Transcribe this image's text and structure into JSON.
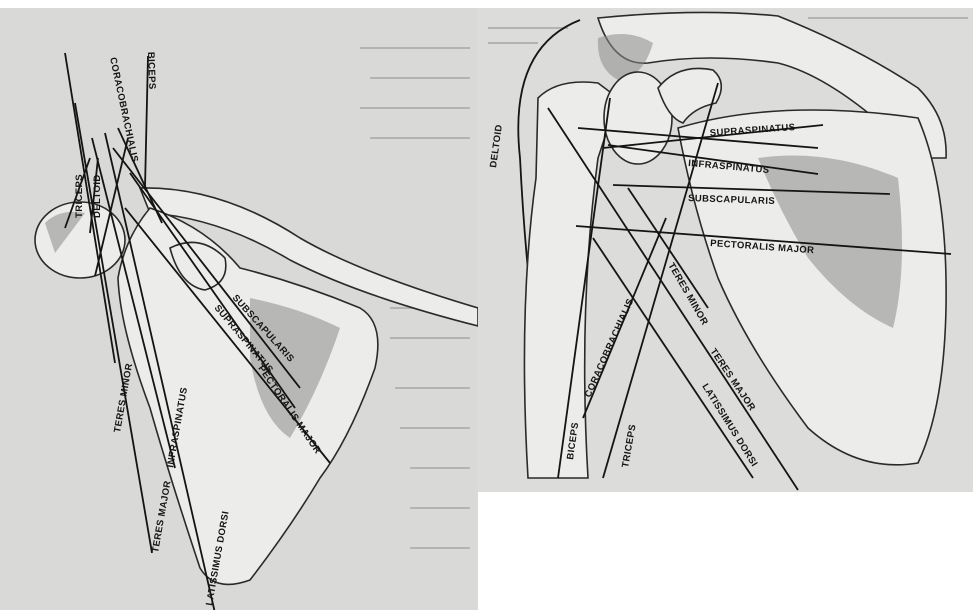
{
  "left_figure": {
    "labels": {
      "biceps": "BICEPS",
      "coracobrachialis": "CORACOBRACHIALIS",
      "triceps": "TRICEPS",
      "deltoid": "DELTOID",
      "subscapularis": "SUBSCAPULARIS",
      "supraspinatus": "SUPRASPINATUS",
      "pectoralis_major": "PECTORALIS MAJOR",
      "teres_minor": "TERES MINOR",
      "infraspinatus": "INFRASPINATUS",
      "teres_major": "TERES MAJOR",
      "latissimus_dorsi": "LATISSIMUS DORSI"
    }
  },
  "right_figure": {
    "labels": {
      "deltoid": "DELTOID",
      "supraspinatus": "SUPRASPINATUS",
      "infraspinatus": "INFRASPINATUS",
      "subscapularis": "SUBSCAPULARIS",
      "pectoralis_major": "PECTORALIS MAJOR",
      "teres_minor": "TERES MINOR",
      "coracobrachialis": "CORACOBRACHIALIS",
      "teres_major": "TERES MAJOR",
      "latissimus_dorsi": "LATISSIMUS DORSI",
      "biceps": "BICEPS",
      "triceps": "TRICEPS"
    }
  }
}
